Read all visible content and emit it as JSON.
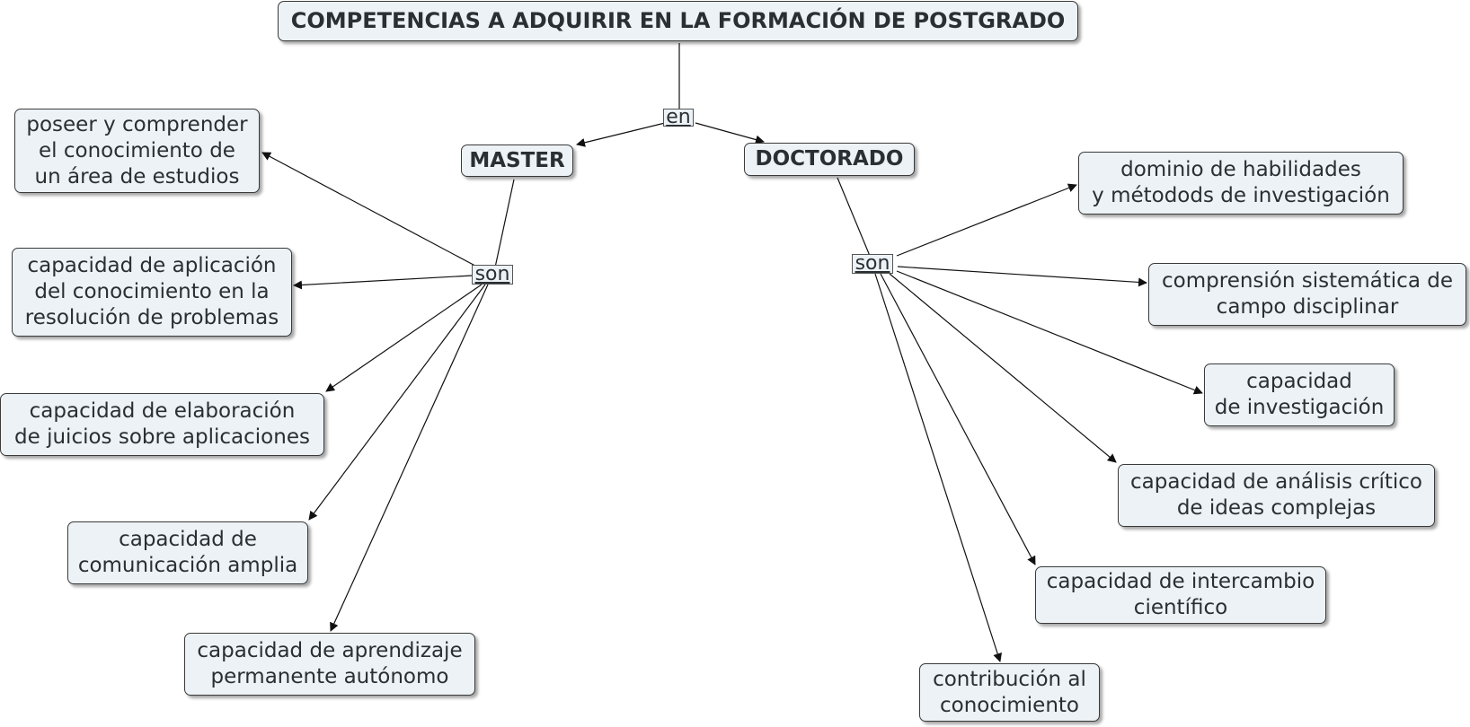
{
  "title": "COMPETENCIAS A ADQUIRIR EN LA FORMACIÓN DE POSTGRADO",
  "link_en": "en",
  "master": {
    "label": "MASTER",
    "link": "son",
    "items": [
      "poseer y comprender\nel conocimiento de\nun área de estudios",
      "capacidad de aplicación\ndel conocimiento en la\nresolución de problemas",
      "capacidad de elaboración\nde juicios sobre aplicaciones",
      "capacidad de\ncomunicación amplia",
      "capacidad de aprendizaje\npermanente autónomo"
    ]
  },
  "doctorado": {
    "label": "DOCTORADO",
    "link": "son",
    "items": [
      "dominio de habilidades\ny métodods de investigación",
      "comprensión sistemática de\ncampo disciplinar",
      "capacidad\nde investigación",
      "capacidad de análisis crítico\nde ideas complejas",
      "capacidad de intercambio\ncientífico",
      "contribución al\nconocimiento"
    ]
  }
}
